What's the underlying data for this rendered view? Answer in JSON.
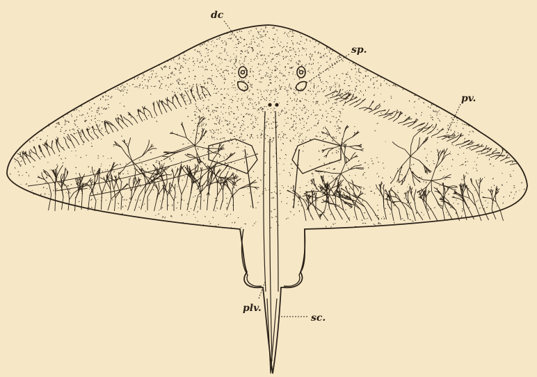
{
  "figure": {
    "background_color": "#f6e7c6",
    "ink_color": "#2a2118",
    "subject": "dorsal view of a ray, showing canals of the lateral-line system",
    "labels": {
      "dc": "dc",
      "sp": "sp.",
      "pv": "pv.",
      "plv": "plv.",
      "sc": "sc."
    }
  }
}
